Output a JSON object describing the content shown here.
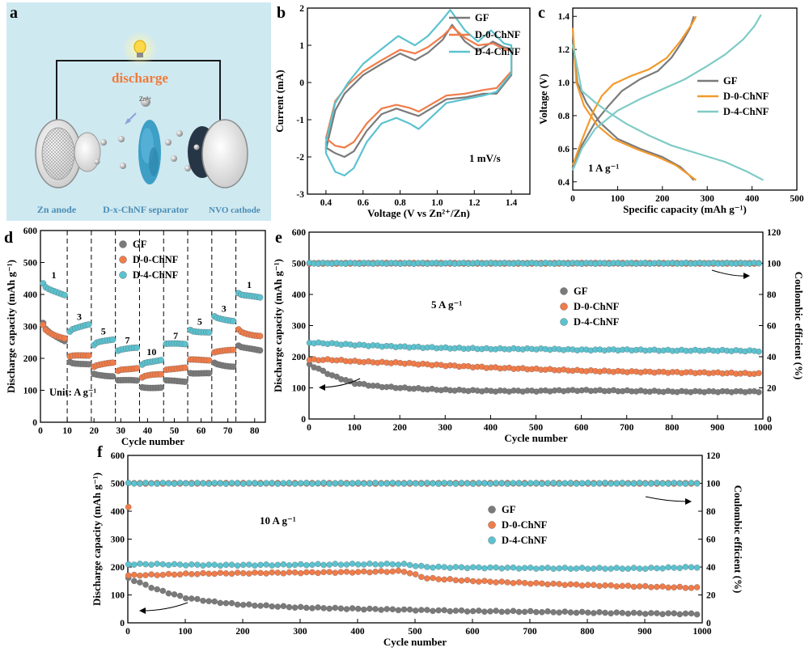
{
  "panel_labels": {
    "a": "a",
    "b": "b",
    "c": "c",
    "d": "d",
    "e": "e",
    "f": "f"
  },
  "schematic": {
    "discharge": "discharge",
    "zn_ion": "Zn²⁺",
    "zn_anode": "Zn anode",
    "separator": "D-x-ChNF separator",
    "cathode": "NVO cathode",
    "colors": {
      "background": "#cfe9f1",
      "discharge_text": "#f07a3a",
      "label_text": "#4b8db5",
      "separator": "#3d9fc6",
      "cathode": "#263646"
    }
  },
  "colors": {
    "GF": "#7a7a7a",
    "D0": "#f07c4a",
    "D4": "#5cc2cf",
    "D0_c": "#f39a2c",
    "D4_c": "#7fcbc6"
  },
  "chart_data": [
    {
      "id": "b",
      "type": "line",
      "xlabel": "Voltage (V vs Zn²⁺/Zn)",
      "ylabel": "Current (mA)",
      "xlim": [
        0.3,
        1.5
      ],
      "ylim": [
        -3,
        2
      ],
      "xticks": [
        "0.4",
        "0.6",
        "0.8",
        "1.0",
        "1.2",
        "1.4"
      ],
      "yticks": [
        "-3",
        "-2",
        "-1",
        "0",
        "1",
        "2"
      ],
      "annotation": "1 mV/s",
      "legend": [
        "GF",
        "D-0-ChNF",
        "D-4-ChNF"
      ],
      "legend_position": "top-right",
      "series": [
        {
          "name": "GF",
          "upper": [
            [
              0.4,
              -1.8
            ],
            [
              0.45,
              -0.75
            ],
            [
              0.5,
              -0.3
            ],
            [
              0.6,
              0.2
            ],
            [
              0.7,
              0.5
            ],
            [
              0.8,
              0.78
            ],
            [
              0.88,
              0.6
            ],
            [
              0.95,
              0.8
            ],
            [
              1.03,
              1.15
            ],
            [
              1.08,
              1.55
            ],
            [
              1.15,
              1.1
            ],
            [
              1.22,
              0.85
            ],
            [
              1.3,
              1.1
            ],
            [
              1.36,
              0.95
            ],
            [
              1.4,
              0.9
            ]
          ],
          "lower": [
            [
              1.4,
              0.2
            ],
            [
              1.32,
              -0.3
            ],
            [
              1.25,
              -0.3
            ],
            [
              1.15,
              -0.4
            ],
            [
              1.05,
              -0.45
            ],
            [
              0.9,
              -0.9
            ],
            [
              0.85,
              -0.82
            ],
            [
              0.78,
              -0.7
            ],
            [
              0.7,
              -0.85
            ],
            [
              0.62,
              -1.3
            ],
            [
              0.55,
              -1.85
            ],
            [
              0.5,
              -2.0
            ],
            [
              0.45,
              -1.9
            ],
            [
              0.4,
              -1.75
            ]
          ]
        },
        {
          "name": "D-0-ChNF",
          "upper": [
            [
              0.4,
              -1.5
            ],
            [
              0.45,
              -0.5
            ],
            [
              0.52,
              -0.05
            ],
            [
              0.6,
              0.3
            ],
            [
              0.7,
              0.6
            ],
            [
              0.8,
              0.88
            ],
            [
              0.88,
              0.78
            ],
            [
              0.95,
              0.95
            ],
            [
              1.03,
              1.25
            ],
            [
              1.08,
              1.5
            ],
            [
              1.15,
              1.2
            ],
            [
              1.22,
              1.0
            ],
            [
              1.3,
              1.05
            ],
            [
              1.36,
              0.9
            ],
            [
              1.4,
              0.85
            ]
          ],
          "lower": [
            [
              1.4,
              0.3
            ],
            [
              1.32,
              -0.15
            ],
            [
              1.25,
              -0.2
            ],
            [
              1.15,
              -0.3
            ],
            [
              1.05,
              -0.35
            ],
            [
              0.9,
              -0.78
            ],
            [
              0.85,
              -0.68
            ],
            [
              0.78,
              -0.6
            ],
            [
              0.7,
              -0.7
            ],
            [
              0.62,
              -1.1
            ],
            [
              0.55,
              -1.6
            ],
            [
              0.5,
              -1.75
            ],
            [
              0.45,
              -1.7
            ],
            [
              0.4,
              -1.5
            ]
          ]
        },
        {
          "name": "D-4-ChNF",
          "upper": [
            [
              0.4,
              -1.6
            ],
            [
              0.45,
              -0.55
            ],
            [
              0.52,
              0.0
            ],
            [
              0.6,
              0.5
            ],
            [
              0.7,
              0.9
            ],
            [
              0.79,
              1.25
            ],
            [
              0.88,
              1.0
            ],
            [
              0.95,
              1.25
            ],
            [
              1.03,
              1.7
            ],
            [
              1.07,
              1.95
            ],
            [
              1.15,
              1.4
            ],
            [
              1.22,
              1.1
            ],
            [
              1.29,
              1.4
            ],
            [
              1.36,
              1.05
            ],
            [
              1.4,
              1.0
            ]
          ],
          "lower": [
            [
              1.4,
              0.25
            ],
            [
              1.32,
              -0.25
            ],
            [
              1.25,
              -0.35
            ],
            [
              1.15,
              -0.45
            ],
            [
              1.05,
              -0.55
            ],
            [
              0.9,
              -1.25
            ],
            [
              0.85,
              -1.1
            ],
            [
              0.78,
              -0.95
            ],
            [
              0.7,
              -1.1
            ],
            [
              0.62,
              -1.6
            ],
            [
              0.55,
              -2.3
            ],
            [
              0.5,
              -2.5
            ],
            [
              0.45,
              -2.4
            ],
            [
              0.4,
              -1.9
            ]
          ]
        }
      ]
    },
    {
      "id": "c",
      "type": "line",
      "xlabel": "Specific capacity (mAh g⁻¹)",
      "ylabel": "Voltage (V)",
      "xlim": [
        0,
        500
      ],
      "ylim": [
        0.35,
        1.45
      ],
      "xticks": [
        "0",
        "100",
        "200",
        "300",
        "400",
        "500"
      ],
      "yticks": [
        "0.4",
        "0.6",
        "0.8",
        "1.0",
        "1.2",
        "1.4"
      ],
      "annotation": "1 A g⁻¹",
      "legend": [
        "GF",
        "D-0-ChNF",
        "D-4-ChNF"
      ],
      "legend_position": "right",
      "series": [
        {
          "name": "GF",
          "charge": [
            [
              0,
              0.48
            ],
            [
              20,
              0.62
            ],
            [
              50,
              0.76
            ],
            [
              80,
              0.86
            ],
            [
              110,
              0.95
            ],
            [
              150,
              1.02
            ],
            [
              190,
              1.07
            ],
            [
              220,
              1.15
            ],
            [
              245,
              1.25
            ],
            [
              262,
              1.33
            ],
            [
              270,
              1.4
            ]
          ],
          "discharge": [
            [
              0,
              1.25
            ],
            [
              10,
              1.0
            ],
            [
              30,
              0.88
            ],
            [
              60,
              0.76
            ],
            [
              100,
              0.66
            ],
            [
              150,
              0.6
            ],
            [
              200,
              0.55
            ],
            [
              240,
              0.49
            ],
            [
              260,
              0.44
            ],
            [
              270,
              0.41
            ]
          ]
        },
        {
          "name": "D-0-ChNF",
          "charge": [
            [
              0,
              0.5
            ],
            [
              20,
              0.65
            ],
            [
              45,
              0.82
            ],
            [
              65,
              0.92
            ],
            [
              90,
              0.99
            ],
            [
              130,
              1.04
            ],
            [
              170,
              1.08
            ],
            [
              210,
              1.15
            ],
            [
              240,
              1.25
            ],
            [
              265,
              1.35
            ],
            [
              275,
              1.4
            ]
          ],
          "discharge": [
            [
              0,
              1.33
            ],
            [
              8,
              1.0
            ],
            [
              25,
              0.86
            ],
            [
              55,
              0.74
            ],
            [
              90,
              0.66
            ],
            [
              140,
              0.6
            ],
            [
              190,
              0.55
            ],
            [
              230,
              0.5
            ],
            [
              255,
              0.45
            ],
            [
              275,
              0.41
            ]
          ]
        },
        {
          "name": "D-4-ChNF",
          "charge": [
            [
              0,
              0.47
            ],
            [
              20,
              0.6
            ],
            [
              50,
              0.72
            ],
            [
              100,
              0.83
            ],
            [
              150,
              0.9
            ],
            [
              200,
              0.96
            ],
            [
              250,
              1.02
            ],
            [
              300,
              1.1
            ],
            [
              340,
              1.17
            ],
            [
              380,
              1.26
            ],
            [
              405,
              1.34
            ],
            [
              420,
              1.41
            ]
          ],
          "discharge": [
            [
              0,
              1.23
            ],
            [
              20,
              0.95
            ],
            [
              50,
              0.88
            ],
            [
              80,
              0.82
            ],
            [
              120,
              0.75
            ],
            [
              170,
              0.68
            ],
            [
              220,
              0.62
            ],
            [
              280,
              0.57
            ],
            [
              340,
              0.52
            ],
            [
              390,
              0.46
            ],
            [
              425,
              0.41
            ]
          ]
        }
      ]
    },
    {
      "id": "d",
      "type": "scatter",
      "xlabel": "Cycle number",
      "ylabel": "Discharge capacity (mAh g⁻¹)",
      "xlim": [
        0,
        84
      ],
      "ylim": [
        0,
        600
      ],
      "xticks": [
        "0",
        "10",
        "20",
        "30",
        "40",
        "50",
        "60",
        "70",
        "80"
      ],
      "yticks": [
        "0",
        "100",
        "200",
        "300",
        "400",
        "500",
        "600"
      ],
      "unit_label": "Unit: A g⁻¹",
      "rate_labels": [
        "1",
        "3",
        "5",
        "7",
        "10",
        "7",
        "5",
        "3",
        "1"
      ],
      "rate_label_values": [
        1,
        3,
        5,
        7,
        10,
        7,
        5,
        3,
        1
      ],
      "legend": [
        "GF",
        "D-0-ChNF",
        "D-4-ChNF"
      ],
      "legend_position": "top-center",
      "segments_start": [
        1,
        11,
        20,
        29,
        38,
        47,
        56,
        65,
        74
      ],
      "segments_end": [
        9,
        18,
        27,
        36,
        45,
        54,
        63,
        72,
        82
      ],
      "series": [
        {
          "name": "GF",
          "start": [
            310,
            190,
            150,
            132,
            110,
            130,
            155,
            185,
            240
          ],
          "end": [
            255,
            180,
            145,
            130,
            108,
            128,
            152,
            175,
            225
          ]
        },
        {
          "name": "D-0-ChNF",
          "start": [
            305,
            205,
            175,
            160,
            140,
            165,
            195,
            220,
            290
          ],
          "end": [
            262,
            210,
            185,
            170,
            150,
            170,
            195,
            225,
            270
          ]
        },
        {
          "name": "D-4-ChNF",
          "start": [
            435,
            285,
            240,
            225,
            180,
            245,
            290,
            330,
            405
          ],
          "end": [
            398,
            305,
            260,
            232,
            195,
            245,
            280,
            318,
            390
          ]
        }
      ]
    },
    {
      "id": "e",
      "type": "scatter",
      "xlabel": "Cycle number",
      "ylabel": "Discharge capacity (mAh g⁻¹)",
      "y2label": "Coulombic efficient (%)",
      "xlim": [
        0,
        1000
      ],
      "ylim": [
        0,
        600
      ],
      "y2lim": [
        0,
        120
      ],
      "xticks": [
        "0",
        "100",
        "200",
        "300",
        "400",
        "500",
        "600",
        "700",
        "800",
        "900",
        "1000"
      ],
      "yticks": [
        "0",
        "100",
        "200",
        "300",
        "400",
        "500",
        "600"
      ],
      "y2ticks": [
        "0",
        "20",
        "40",
        "60",
        "80",
        "100",
        "120"
      ],
      "annotation": "5 A g⁻¹",
      "legend": [
        "GF",
        "D-0-ChNF",
        "D-4-ChNF"
      ],
      "legend_position": "center",
      "capacity": {
        "x": [
          1,
          50,
          100,
          150,
          200,
          300,
          400,
          500,
          600,
          700,
          800,
          900,
          1000
        ],
        "GF": [
          175,
          140,
          115,
          105,
          100,
          93,
          90,
          90,
          92,
          90,
          88,
          88,
          88
        ],
        "D-0-ChNF": [
          190,
          190,
          185,
          182,
          180,
          172,
          165,
          160,
          155,
          152,
          150,
          148,
          145
        ],
        "D-4-ChNF": [
          245,
          242,
          238,
          235,
          232,
          228,
          225,
          225,
          222,
          222,
          220,
          220,
          218
        ]
      },
      "efficiency": {
        "GF": 100,
        "D-0-ChNF": 100,
        "D-4-ChNF": 100
      }
    },
    {
      "id": "f",
      "type": "scatter",
      "xlabel": "Cycle number",
      "ylabel": "Discharge capacity (mAh g⁻¹)",
      "y2label": "Coulombic efficient (%)",
      "xlim": [
        0,
        1000
      ],
      "ylim": [
        0,
        600
      ],
      "y2lim": [
        0,
        120
      ],
      "xticks": [
        "0",
        "100",
        "200",
        "300",
        "400",
        "500",
        "600",
        "700",
        "800",
        "900",
        "1000"
      ],
      "yticks": [
        "0",
        "100",
        "200",
        "300",
        "400",
        "500",
        "600"
      ],
      "y2ticks": [
        "0",
        "20",
        "40",
        "60",
        "80",
        "100",
        "120"
      ],
      "annotation": "10 A g⁻¹",
      "legend": [
        "GF",
        "D-0-ChNF",
        "D-4-ChNF"
      ],
      "legend_position": "center",
      "capacity": {
        "x": [
          1,
          50,
          100,
          150,
          200,
          300,
          400,
          480,
          520,
          600,
          700,
          800,
          900,
          1000
        ],
        "GF": [
          160,
          120,
          90,
          75,
          65,
          55,
          50,
          47,
          45,
          42,
          40,
          37,
          34,
          32
        ],
        "D-0-ChNF": [
          170,
          172,
          175,
          177,
          178,
          180,
          182,
          185,
          160,
          150,
          142,
          135,
          130,
          125
        ],
        "D-4-ChNF": [
          210,
          210,
          208,
          207,
          207,
          208,
          210,
          210,
          200,
          198,
          196,
          195,
          195,
          200
        ]
      },
      "efficiency": {
        "GF": 100,
        "D-0-ChNF": 100,
        "D-4-ChNF": 100,
        "D-0-ChNF_first": 83
      }
    }
  ]
}
